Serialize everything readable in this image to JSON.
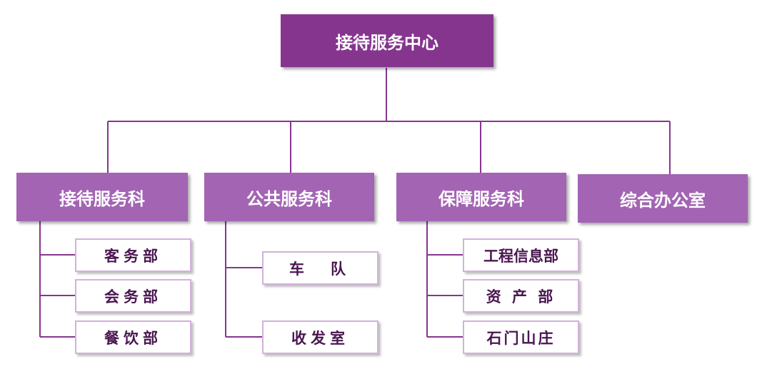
{
  "org": {
    "root": "接待服务中心",
    "departments": [
      {
        "name": "接待服务科",
        "units": [
          "客务部",
          "会务部",
          "餐饮部"
        ]
      },
      {
        "name": "公共服务科",
        "units": [
          "车　队",
          "收发室"
        ]
      },
      {
        "name": "保障服务科",
        "units": [
          "工程信息部",
          "资 产 部",
          "石门山庄"
        ]
      },
      {
        "name": "综合办公室",
        "units": []
      }
    ]
  },
  "colors": {
    "root_fill": "#86358f",
    "dept_fill": "#a364b3",
    "unit_border": "#d2b1dc",
    "unit_text": "#4a1650",
    "connector": "#86358f"
  }
}
